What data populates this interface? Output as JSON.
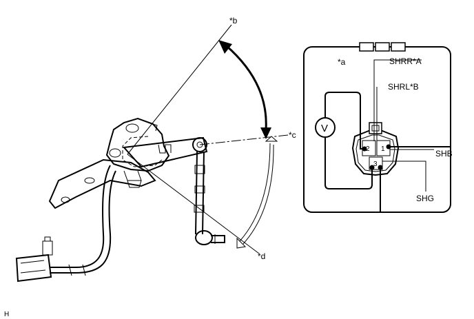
{
  "labels": {
    "b": "*b",
    "c": "*c",
    "d": "*d",
    "a": "*a",
    "shrr_a": "SHRR*A",
    "shrl_b": "SHRL*B",
    "shb": "SHB",
    "shg": "SHG",
    "voltmeter": "V",
    "pin1": "1",
    "pin2": "2",
    "pin3": "3",
    "corner": "H"
  }
}
